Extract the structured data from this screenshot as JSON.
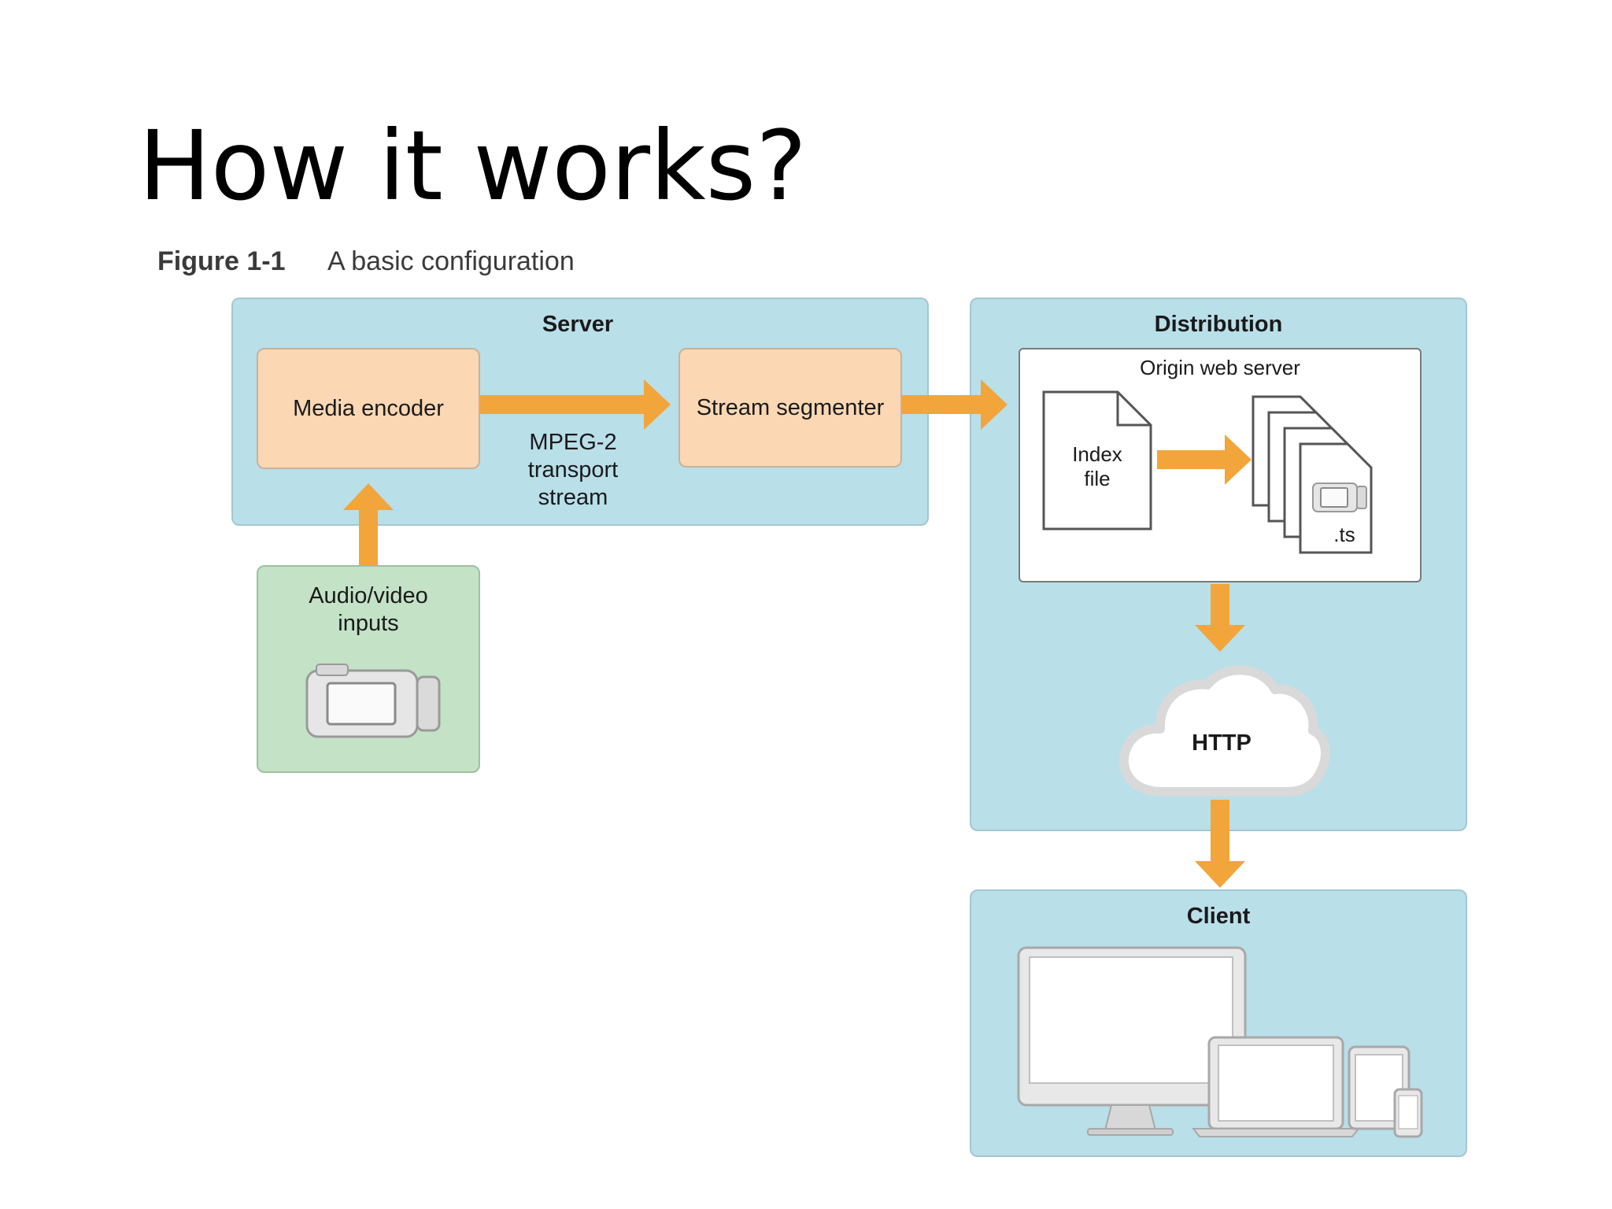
{
  "slide": {
    "title": "How it works?"
  },
  "figure": {
    "number": "Figure 1-1",
    "caption": "A basic configuration"
  },
  "server": {
    "label": "Server",
    "media_encoder": "Media encoder",
    "stream_segmenter": "Stream segmenter",
    "transport_label": [
      "MPEG-2",
      "transport",
      "stream"
    ]
  },
  "inputs": {
    "label": [
      "Audio/video",
      "inputs"
    ]
  },
  "distribution": {
    "label": "Distribution",
    "origin_server": "Origin web server",
    "index_file": [
      "Index",
      "file"
    ],
    "segment_ext": ".ts",
    "http": "HTTP"
  },
  "client": {
    "label": "Client"
  },
  "colors": {
    "panel": "#b9dfe9",
    "arrow": "#f2a53a",
    "box": "#fbd7b3",
    "inputs": "#c3e2c6"
  }
}
